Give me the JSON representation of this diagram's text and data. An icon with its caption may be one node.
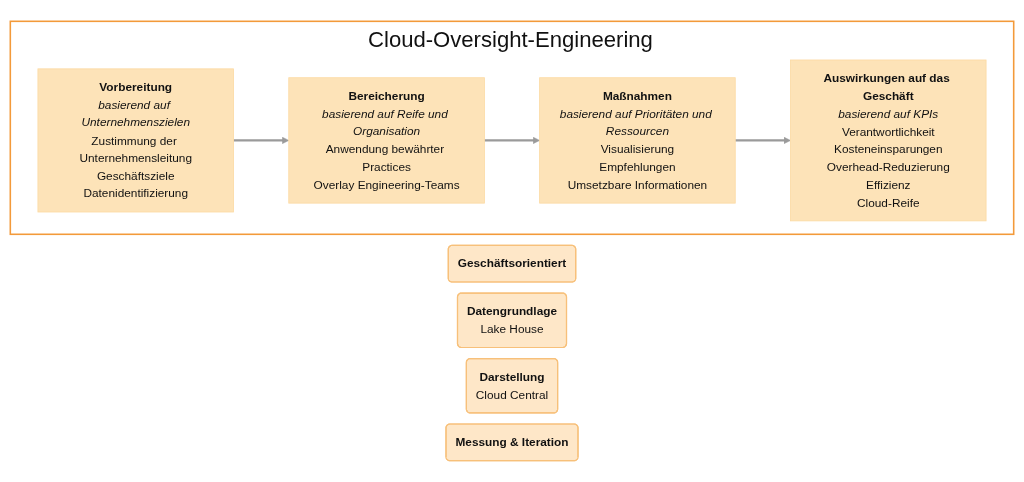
{
  "diagram": {
    "nodes": [
      {
        "text": [
          "Cloud-Oversight-Engineering"
        ]
      },
      {
        "text": [
          "Vorbereitung",
          "basierend auf Unternehmenszielen",
          "Zustimmung der Unternehmensleitung",
          "Geschäftsziele",
          "Datenidentifizierung"
        ],
        "in": 0
      },
      {
        "text": [
          "Bereicherung",
          "basierend auf Reife und Organisation",
          "Anwendung bewährter Practices",
          "Overlay Engineering-Teams"
        ],
        "in": 0
      },
      {
        "text": [
          "Maßnahmen",
          "basierend auf Prioritäten und Ressourcen",
          "Visualisierung",
          "Empfehlungen",
          "Umsetzbare Informationen"
        ],
        "in": 0
      },
      {
        "text": [
          "Auswirkungen auf das Geschäft",
          "basierend auf KPIs",
          "Verantwortlichkeit",
          "Kosteneinsparungen",
          "Overhead-Reduzierung",
          "Effizienz",
          "Cloud-Reife"
        ],
        "in": 0
      },
      {
        "text": [
          "Geschäftsorientiert"
        ]
      },
      {
        "text": [
          "Datengrundlage",
          "Lake House"
        ]
      },
      {
        "text": [
          "Darstellung",
          "Cloud Central"
        ]
      },
      {
        "text": [
          "Messung & Iteration"
        ]
      }
    ],
    "edges": [
      {
        "from": 1,
        "to": 2,
        "arrow": "to"
      },
      {
        "from": 2,
        "to": 3,
        "arrow": "to"
      },
      {
        "from": 3,
        "to": 4,
        "arrow": "to"
      }
    ]
  }
}
